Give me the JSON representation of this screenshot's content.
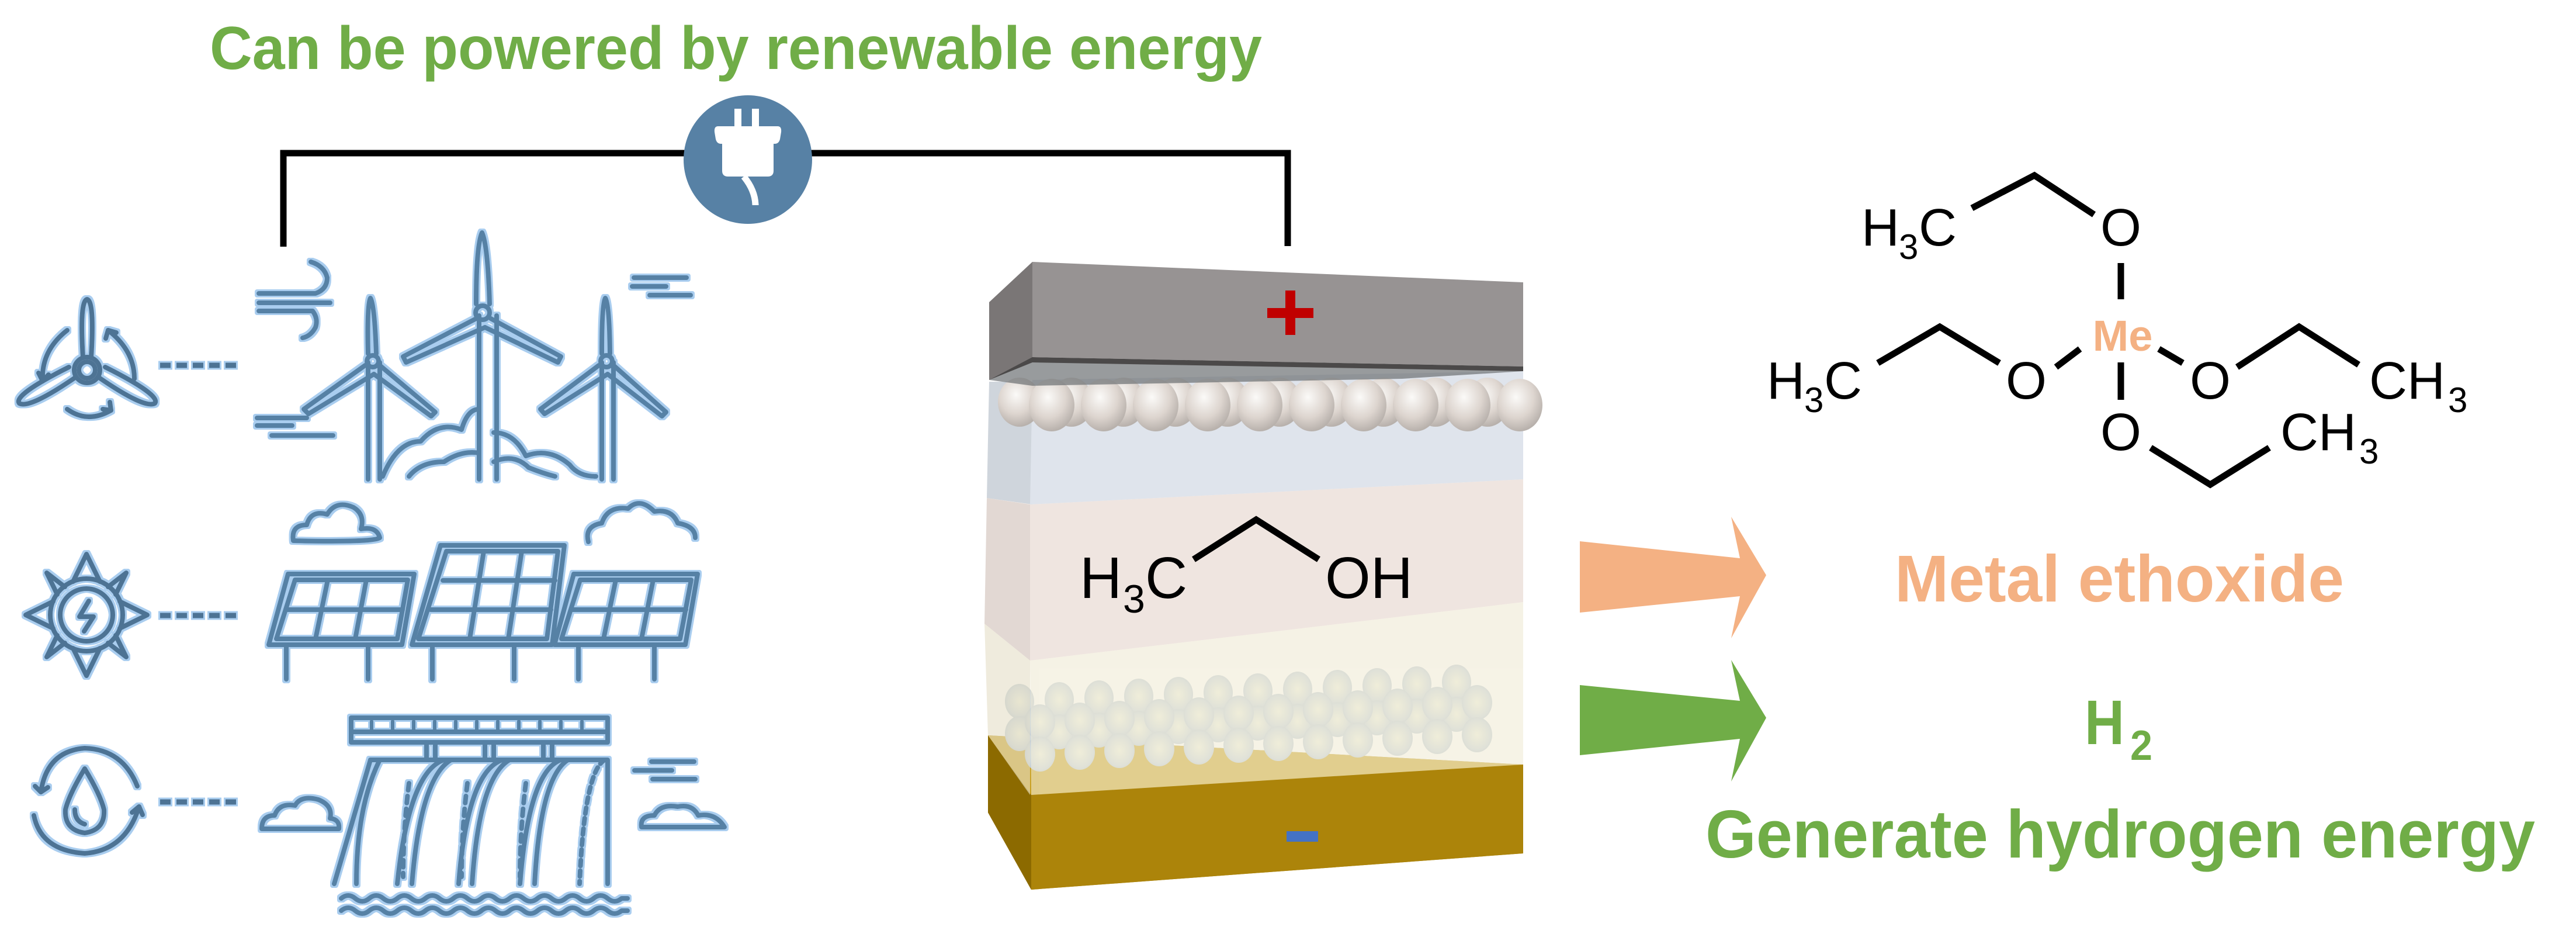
{
  "header": {
    "title": "Can be powered by renewable energy"
  },
  "colors": {
    "title_green": "#70ad47",
    "icon_blue": "#4e7394",
    "icon_glow": "#a9cdef",
    "plug_circle": "#5781a5",
    "plus_red": "#c00000",
    "minus_blue": "#4472c4",
    "orange": "#f4b183",
    "green": "#70ad47",
    "cathode_gray": "#979393",
    "anode_gold": "#ad830a"
  },
  "power_source": {
    "icon": "plug-icon",
    "sources": [
      {
        "name": "wind",
        "icon": "wind-turbine-icon",
        "illustration": "wind-farm"
      },
      {
        "name": "solar",
        "icon": "solar-energy-icon",
        "illustration": "solar-panels"
      },
      {
        "name": "hydro",
        "icon": "water-cycle-icon",
        "illustration": "hydro-dam"
      }
    ]
  },
  "cell": {
    "positive_symbol": "+",
    "negative_symbol": "–",
    "electrolyte": {
      "formula_left": "H",
      "formula_left_sub": "3",
      "formula_left_tail": "C",
      "formula_right": "OH"
    },
    "layers": [
      "cathode",
      "cathode-particles",
      "separator",
      "ethanol-electrolyte",
      "anode-particles",
      "anode"
    ]
  },
  "products": {
    "metal_ethoxide": {
      "label": "Metal ethoxide",
      "arrow_color": "#f4b183"
    },
    "hydrogen": {
      "label_main": "H",
      "label_sub": "2",
      "caption": "Generate hydrogen energy",
      "arrow_color": "#70ad47"
    }
  },
  "molecule": {
    "center": "Me",
    "oxygen": "O",
    "groups": [
      {
        "position": "top",
        "h": "H",
        "sub": "3",
        "c": "C"
      },
      {
        "position": "left",
        "h": "H",
        "sub": "3",
        "c": "C"
      },
      {
        "position": "right",
        "c": "CH",
        "sub": "3"
      },
      {
        "position": "bottom",
        "c": "CH",
        "sub": "3"
      }
    ]
  }
}
